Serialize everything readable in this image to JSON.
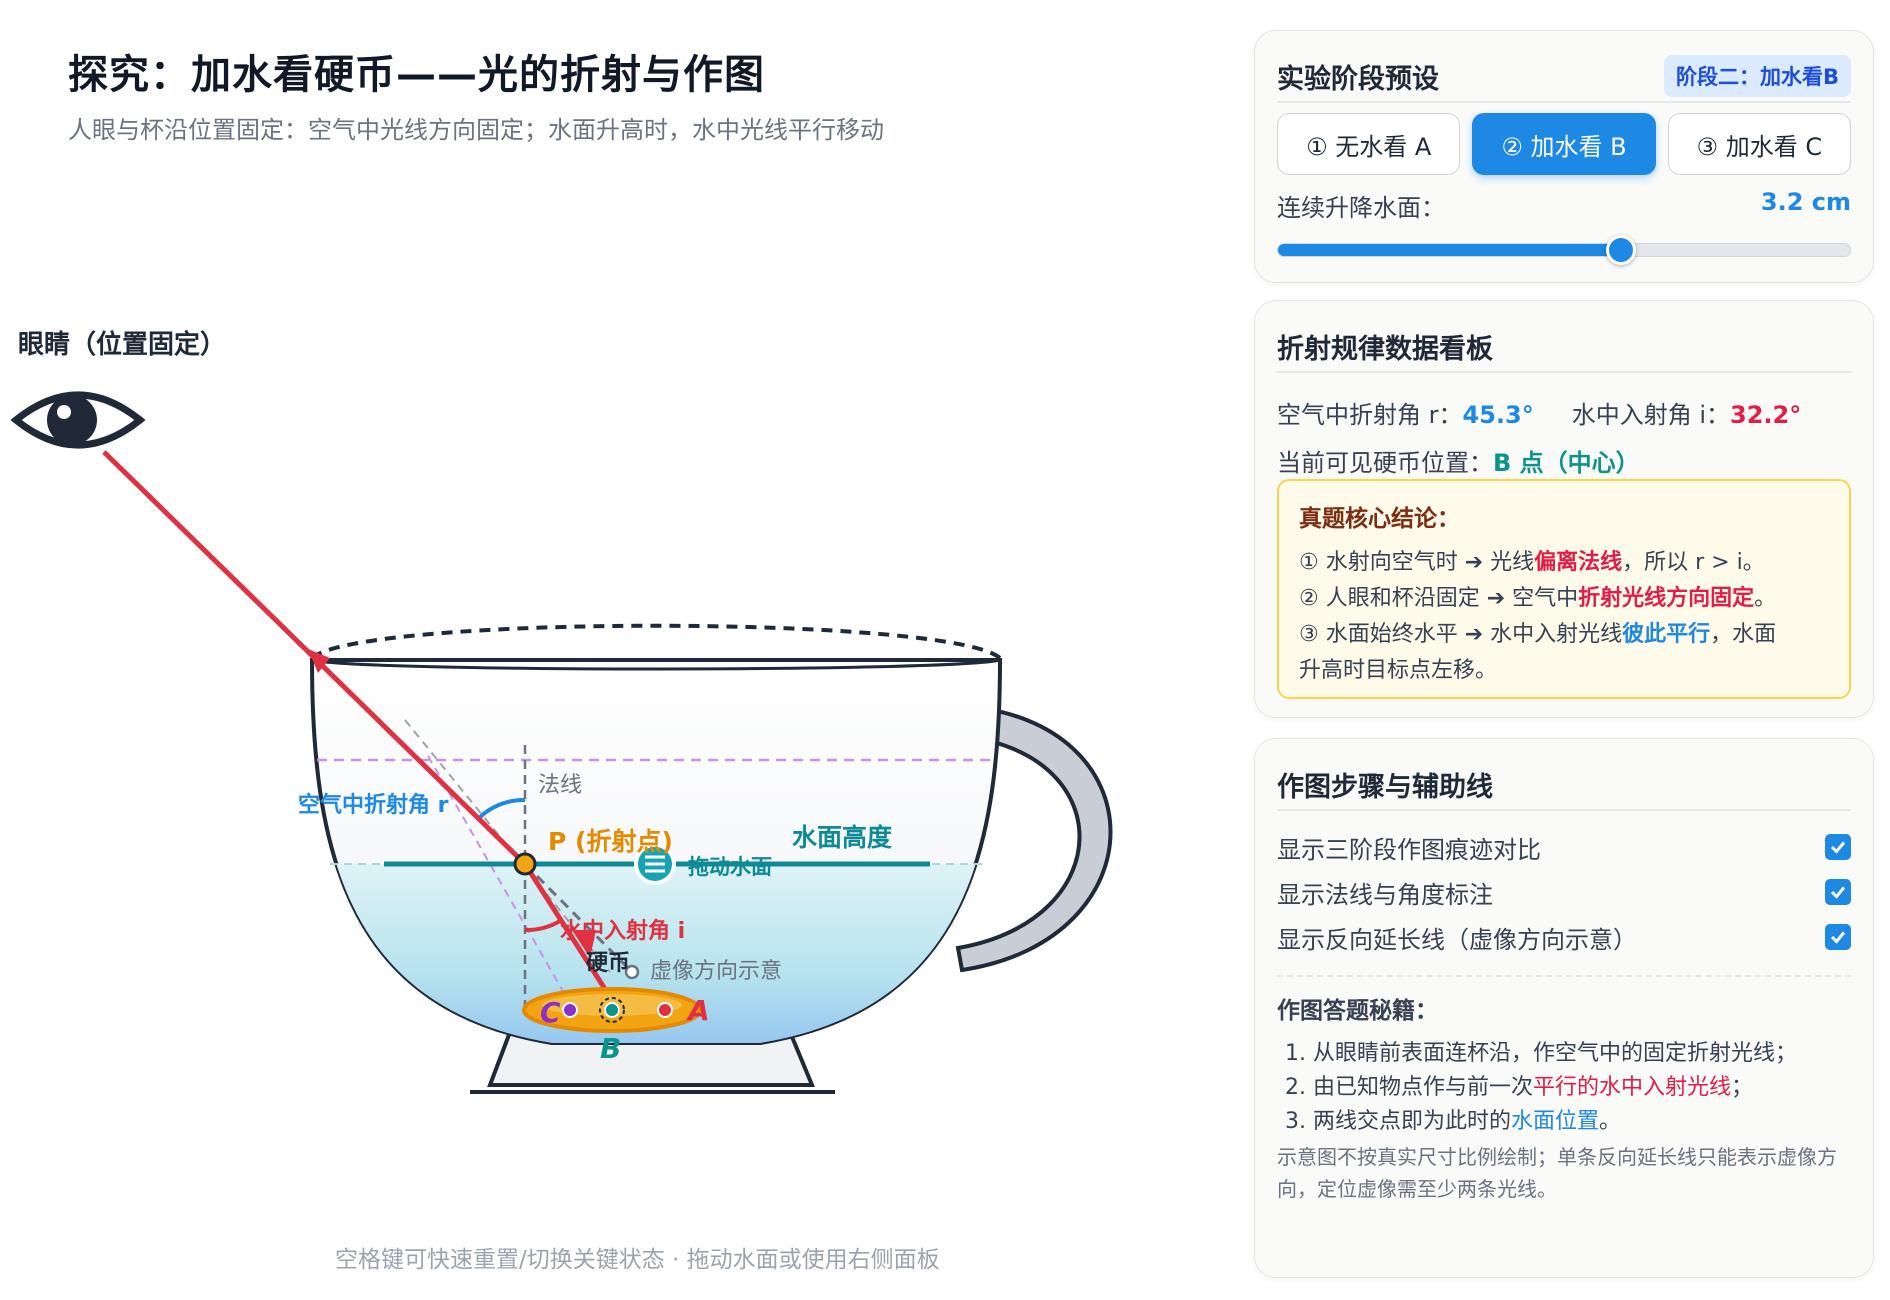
{
  "header": {
    "title": "探究：加水看硬币——光的折射与作图",
    "subtitle": "人眼与杯沿位置固定：空气中光线方向固定；水面升高时，水中光线平行移动"
  },
  "diagram": {
    "eye_label": "眼睛（位置固定）",
    "normal_label": "法线",
    "air_angle_label": "空气中折射角 r",
    "point_p_label": "P (折射点)",
    "water_level_label": "水面高度",
    "drag_label": "拖动水面",
    "water_angle_label": "水中入射角 i",
    "coin_label": "硬币",
    "virtual_label": "虚像方向示意",
    "point_a": "A",
    "point_b": "B",
    "point_c": "C",
    "footer_hint": "空格键可快速重置/切换关键状态 · 拖动水面或使用右侧面板",
    "colors": {
      "ray": "#e03140",
      "water": "#0e8a97",
      "normal": "#6b7280",
      "accent": "#1e88e5",
      "coin": "#f2a413"
    }
  },
  "presets": {
    "title": "实验阶段预设",
    "badge": "阶段二：加水看B",
    "buttons": [
      {
        "label": "① 无水看 A",
        "active": false
      },
      {
        "label": "② 加水看 B",
        "active": true
      },
      {
        "label": "③ 加水看 C",
        "active": false
      }
    ],
    "slider_label": "连续升降水面：",
    "slider_value": "3.2 cm",
    "slider_fraction": 0.6
  },
  "dashboard": {
    "title": "折射规律数据看板",
    "air_label": "空气中折射角 r：",
    "air_value": "45.3°",
    "water_label": "水中入射角 i：",
    "water_value": "32.2°",
    "coin_pos_label": "当前可见硬币位置：",
    "coin_pos_value": "B 点（中心）",
    "conclusion_title": "真题核心结论：",
    "c1_pre": "① 水射向空气时 ➔ 光线",
    "c1_em": "偏离法线",
    "c1_post": "，所以 r > i。",
    "c2_pre": "② 人眼和杯沿固定 ➔ 空气中",
    "c2_em": "折射光线方向固定",
    "c2_post": "。",
    "c3_pre": "③ 水面始终水平 ➔ 水中入射光线",
    "c3_em": "彼此平行",
    "c3_post": "，水面",
    "c3_line2": "升高时目标点左移。"
  },
  "steps": {
    "title": "作图步骤与辅助线",
    "checks": [
      {
        "label": "显示三阶段作图痕迹对比",
        "checked": true
      },
      {
        "label": "显示法线与角度标注",
        "checked": true
      },
      {
        "label": "显示反向延长线（虚像方向示意）",
        "checked": true
      }
    ],
    "tips_title": "作图答题秘籍：",
    "tip1": "1. 从眼睛前表面连杯沿，作空气中的固定折射光线；",
    "tip2_pre": "2. 由已知物点作与前一次",
    "tip2_hl": "平行的水中入射光线",
    "tip2_post": "；",
    "tip3_pre": "3. 两线交点即为此时的",
    "tip3_hl": "水面位置",
    "tip3_post": "。",
    "note": "示意图不按真实尺寸比例绘制；单条反向延长线只能表示虚像方向，定位虚像需至少两条光线。"
  }
}
